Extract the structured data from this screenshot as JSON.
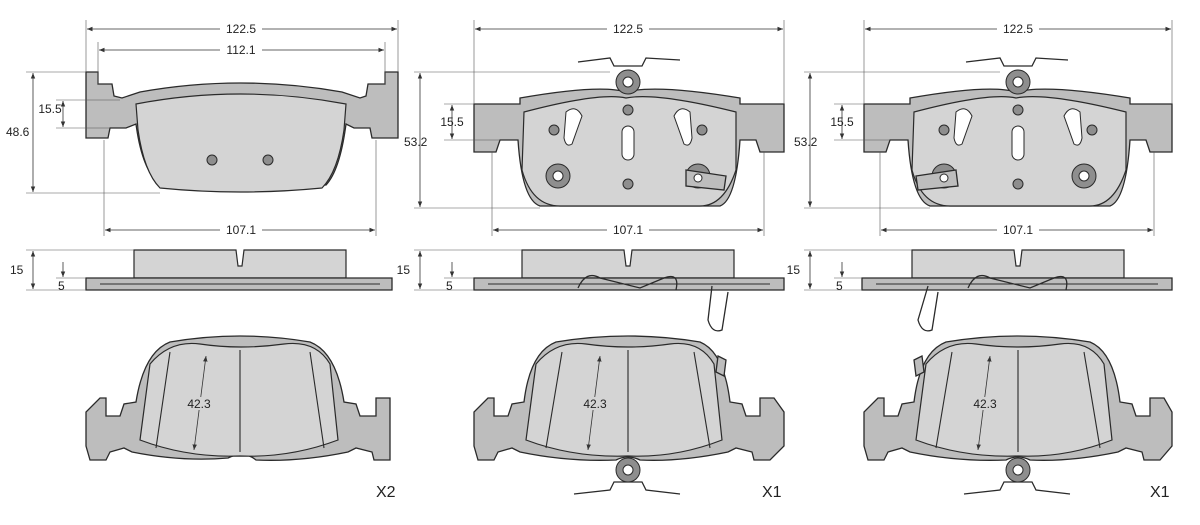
{
  "dimensions": {
    "width_total": "122.5",
    "width_inner": "112.1",
    "width_base": "107.1",
    "height_a": "48.6",
    "height_b": "53.2",
    "ear_height": "15.5",
    "thickness_total": "15",
    "thickness_plate": "5",
    "lining_height": "42.3"
  },
  "quantities": [
    "X2",
    "X1",
    "X1"
  ],
  "colors": {
    "pad_fill": "#c8c8c8",
    "outline": "#2a2a2a",
    "background": "#ffffff"
  }
}
